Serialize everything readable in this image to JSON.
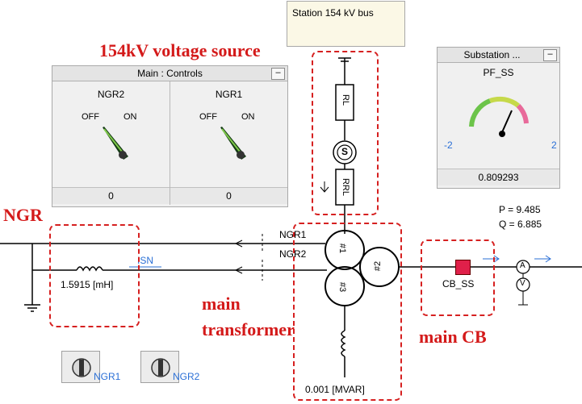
{
  "tooltip": {
    "text": "Station 154 kV bus"
  },
  "annotations": {
    "voltage_source": "154kV voltage source",
    "ngr": "NGR",
    "main_transformer_line1": "main",
    "main_transformer_line2": "transformer",
    "main_cb": "main CB"
  },
  "controls_panel": {
    "title": "Main : Controls",
    "switches": [
      {
        "name": "NGR2",
        "off_label": "OFF",
        "on_label": "ON",
        "value": "0"
      },
      {
        "name": "NGR1",
        "off_label": "OFF",
        "on_label": "ON",
        "value": "0"
      }
    ]
  },
  "meter_panel": {
    "title": "Substation ...",
    "meter_name": "PF_SS",
    "scale_min": "-2",
    "scale_max": "2",
    "value": "0.809293"
  },
  "schematic": {
    "source_labels": {
      "rl": "RL",
      "rrl": "RRL",
      "source_symbol": "S"
    },
    "line_labels": {
      "ngr1": "NGR1",
      "ngr2": "NGR2"
    },
    "inductor_label": "1.5915 [mH]",
    "isn_label": "ISN",
    "winding_labels": {
      "w1": "#1",
      "w2": "#2",
      "w3": "#3"
    },
    "breaker_label": "CB_SS",
    "power_p": "P = 9.485",
    "power_q": "Q = 6.885",
    "reactor_label": "0.001 [MVAR]",
    "meter_a": "A",
    "meter_v": "V",
    "bottom_buttons": [
      {
        "label": "NGR1"
      },
      {
        "label": "NGR2"
      }
    ]
  },
  "colors": {
    "annotation_red": "#d41a1a",
    "breaker_red": "#e0204a",
    "signal_blue": "#2a6fd6"
  }
}
